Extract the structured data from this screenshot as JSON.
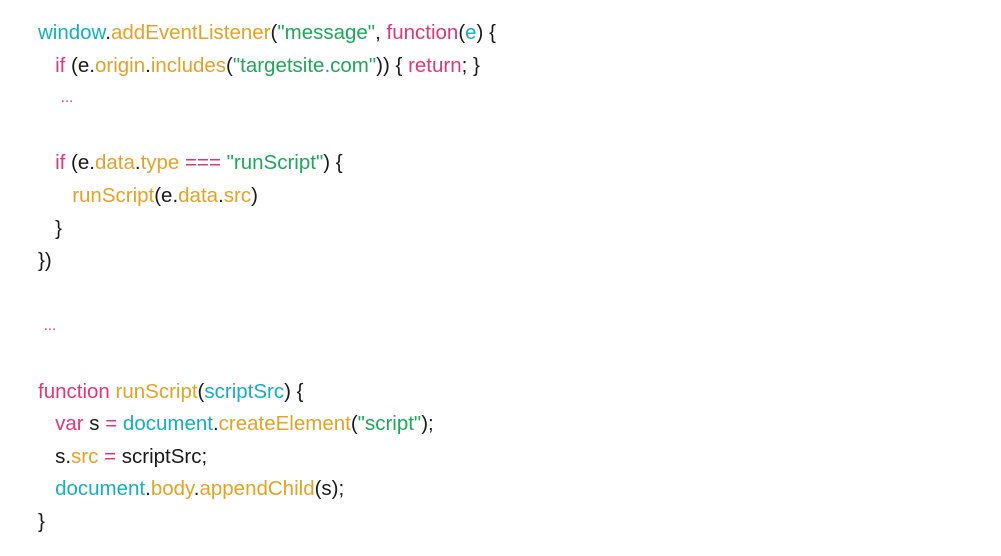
{
  "colors": {
    "plain": "#1a1a1a",
    "keyword": "#e0367c",
    "property": "#e3a325",
    "string": "#1da85a",
    "identifier": "#14afc0",
    "ellipsis": "#e0367c"
  },
  "code": {
    "lines": [
      [
        {
          "t": "window",
          "c": "identifier"
        },
        {
          "t": ".",
          "c": "plain"
        },
        {
          "t": "addEventListener",
          "c": "property"
        },
        {
          "t": "(",
          "c": "plain"
        },
        {
          "t": "\"message\"",
          "c": "string"
        },
        {
          "t": ", ",
          "c": "plain"
        },
        {
          "t": "function",
          "c": "keyword"
        },
        {
          "t": "(",
          "c": "plain"
        },
        {
          "t": "e",
          "c": "identifier"
        },
        {
          "t": ") {",
          "c": "plain"
        }
      ],
      [
        {
          "t": "   ",
          "c": "plain"
        },
        {
          "t": "if",
          "c": "keyword"
        },
        {
          "t": " (e.",
          "c": "plain"
        },
        {
          "t": "origin",
          "c": "property"
        },
        {
          "t": ".",
          "c": "plain"
        },
        {
          "t": "includes",
          "c": "property"
        },
        {
          "t": "(",
          "c": "plain"
        },
        {
          "t": "\"targetsite.com\"",
          "c": "string"
        },
        {
          "t": ")) { ",
          "c": "plain"
        },
        {
          "t": "return",
          "c": "keyword"
        },
        {
          "t": "; }",
          "c": "plain"
        }
      ],
      [
        {
          "t": "    ",
          "c": "plain"
        },
        {
          "t": "...",
          "c": "ellipsis",
          "e": true
        }
      ],
      [],
      [
        {
          "t": "   ",
          "c": "plain"
        },
        {
          "t": "if",
          "c": "keyword"
        },
        {
          "t": " (e.",
          "c": "plain"
        },
        {
          "t": "data",
          "c": "property"
        },
        {
          "t": ".",
          "c": "plain"
        },
        {
          "t": "type",
          "c": "property"
        },
        {
          "t": " ",
          "c": "plain"
        },
        {
          "t": "===",
          "c": "keyword"
        },
        {
          "t": " ",
          "c": "plain"
        },
        {
          "t": "\"runScript\"",
          "c": "string"
        },
        {
          "t": ") {",
          "c": "plain"
        }
      ],
      [
        {
          "t": "      ",
          "c": "plain"
        },
        {
          "t": "runScript",
          "c": "property"
        },
        {
          "t": "(e.",
          "c": "plain"
        },
        {
          "t": "data",
          "c": "property"
        },
        {
          "t": ".",
          "c": "plain"
        },
        {
          "t": "src",
          "c": "property"
        },
        {
          "t": ")",
          "c": "plain"
        }
      ],
      [
        {
          "t": "   }",
          "c": "plain"
        }
      ],
      [
        {
          "t": "})",
          "c": "plain"
        }
      ],
      [],
      [
        {
          "t": " ",
          "c": "plain"
        },
        {
          "t": "...",
          "c": "ellipsis",
          "e": true
        }
      ],
      [],
      [
        {
          "t": "function",
          "c": "keyword"
        },
        {
          "t": " ",
          "c": "plain"
        },
        {
          "t": "runScript",
          "c": "property"
        },
        {
          "t": "(",
          "c": "plain"
        },
        {
          "t": "scriptSrc",
          "c": "identifier"
        },
        {
          "t": ") {",
          "c": "plain"
        }
      ],
      [
        {
          "t": "   ",
          "c": "plain"
        },
        {
          "t": "var",
          "c": "keyword"
        },
        {
          "t": " s ",
          "c": "plain"
        },
        {
          "t": "=",
          "c": "keyword"
        },
        {
          "t": " ",
          "c": "plain"
        },
        {
          "t": "document",
          "c": "identifier"
        },
        {
          "t": ".",
          "c": "plain"
        },
        {
          "t": "createElement",
          "c": "property"
        },
        {
          "t": "(",
          "c": "plain"
        },
        {
          "t": "\"script\"",
          "c": "string"
        },
        {
          "t": ");",
          "c": "plain"
        }
      ],
      [
        {
          "t": "   s.",
          "c": "plain"
        },
        {
          "t": "src",
          "c": "property"
        },
        {
          "t": " ",
          "c": "plain"
        },
        {
          "t": "=",
          "c": "keyword"
        },
        {
          "t": " scriptSrc;",
          "c": "plain"
        }
      ],
      [
        {
          "t": "   ",
          "c": "plain"
        },
        {
          "t": "document",
          "c": "identifier"
        },
        {
          "t": ".",
          "c": "plain"
        },
        {
          "t": "body",
          "c": "property"
        },
        {
          "t": ".",
          "c": "plain"
        },
        {
          "t": "appendChild",
          "c": "property"
        },
        {
          "t": "(s);",
          "c": "plain"
        }
      ],
      [
        {
          "t": "}",
          "c": "plain"
        }
      ]
    ]
  }
}
